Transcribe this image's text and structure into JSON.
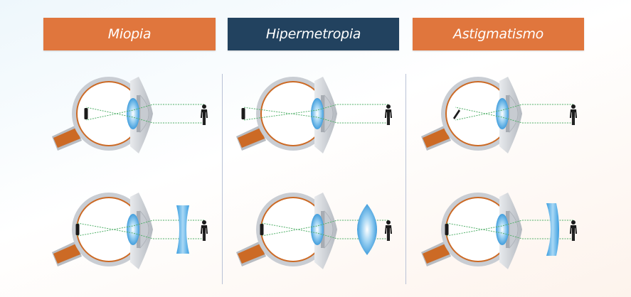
{
  "title": "Defectos refractivos del ojo",
  "colors": {
    "orange": "#e0763d",
    "navy": "#22425f",
    "lens_blue": "#3aa0e0",
    "ray_green": "#52b06a",
    "sclera_gray": "#c9cdd3",
    "choroid_orange": "#cc6a25",
    "divider": "#b9c2d6"
  },
  "columns": [
    {
      "id": "miopia",
      "label": "Miopia",
      "header_color": "#e0763d",
      "image_position": "in-front-of-retina",
      "corrective_lens": "concave"
    },
    {
      "id": "hipermetropia",
      "label": "Hipermetropia",
      "header_color": "#22425f",
      "image_position": "behind-retina",
      "corrective_lens": "convex"
    },
    {
      "id": "astigmatismo",
      "label": "Astigmatismo",
      "header_color": "#e0763d",
      "image_position": "tilted-before-retina",
      "corrective_lens": "meniscus"
    }
  ],
  "rows": [
    "uncorrected",
    "corrected"
  ]
}
